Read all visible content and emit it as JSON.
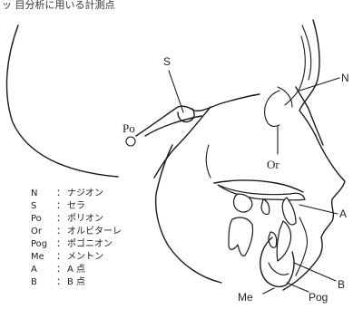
{
  "caption_fragment": "ッ 目分析に用いる計測点",
  "landmarks": {
    "S": "S",
    "N": "N",
    "Po": "Po",
    "Or": "Or",
    "A": "A",
    "B": "B",
    "Me": "Me",
    "Pog": "Pog"
  },
  "legend": [
    {
      "abbr": "N",
      "sep": "：",
      "name": "ナジオン"
    },
    {
      "abbr": "S",
      "sep": "：",
      "name": "セラ"
    },
    {
      "abbr": "Po",
      "sep": "：",
      "name": "ポリオン"
    },
    {
      "abbr": "Or",
      "sep": "：",
      "name": "オルビターレ"
    },
    {
      "abbr": "Pog",
      "sep": "：",
      "name": "ポゴニオン"
    },
    {
      "abbr": "Me",
      "sep": "：",
      "name": "メントン"
    },
    {
      "abbr": "A",
      "sep": "：",
      "name": "A 点"
    },
    {
      "abbr": "B",
      "sep": "：",
      "name": "B 点"
    }
  ]
}
